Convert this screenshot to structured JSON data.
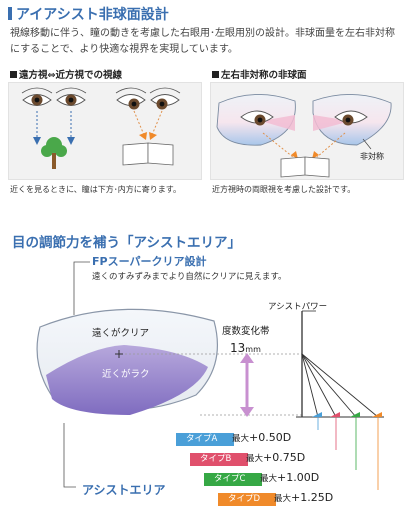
{
  "header": {
    "title": "アイアシスト非球面設計",
    "intro": "視線移動に伴う、瞳の動きを考慮した右眼用･左眼用別の設計。非球面量を左右非対称にすることで、より快適な視界を実現しています。"
  },
  "panel_left": {
    "title": "遠方視⇔近方視での視線",
    "caption": "近くを見るときに、瞳は下方･内方に寄ります。"
  },
  "panel_right": {
    "title": "左右非対称の非球面",
    "asym_label": "非対称",
    "caption": "近方視時の両眼視を考慮した設計です。"
  },
  "section2": {
    "title": "目の調節力を補う「アシストエリア」",
    "fp_title": "FPスーパークリア設計",
    "fp_desc": "遠くのすみずみまでより自然にクリアに見えます。",
    "far_label": "遠くがクリア",
    "near_label": "近くがラク",
    "band_label": "度数変化帯",
    "band_value": "13",
    "band_unit": "mm",
    "power_label": "アシストパワー",
    "assist_label": "アシストエリア"
  },
  "types": [
    {
      "tag": "タイプA",
      "prefix": "最大",
      "value": "+0.50D",
      "color": "#4a9fd8"
    },
    {
      "tag": "タイプB",
      "prefix": "最大",
      "value": "+0.75D",
      "color": "#e0506c"
    },
    {
      "tag": "タイプC",
      "prefix": "最大",
      "value": "+1.00D",
      "color": "#36a845"
    },
    {
      "tag": "タイプD",
      "prefix": "最大",
      "value": "+1.25D",
      "color": "#f08a2a"
    }
  ]
}
